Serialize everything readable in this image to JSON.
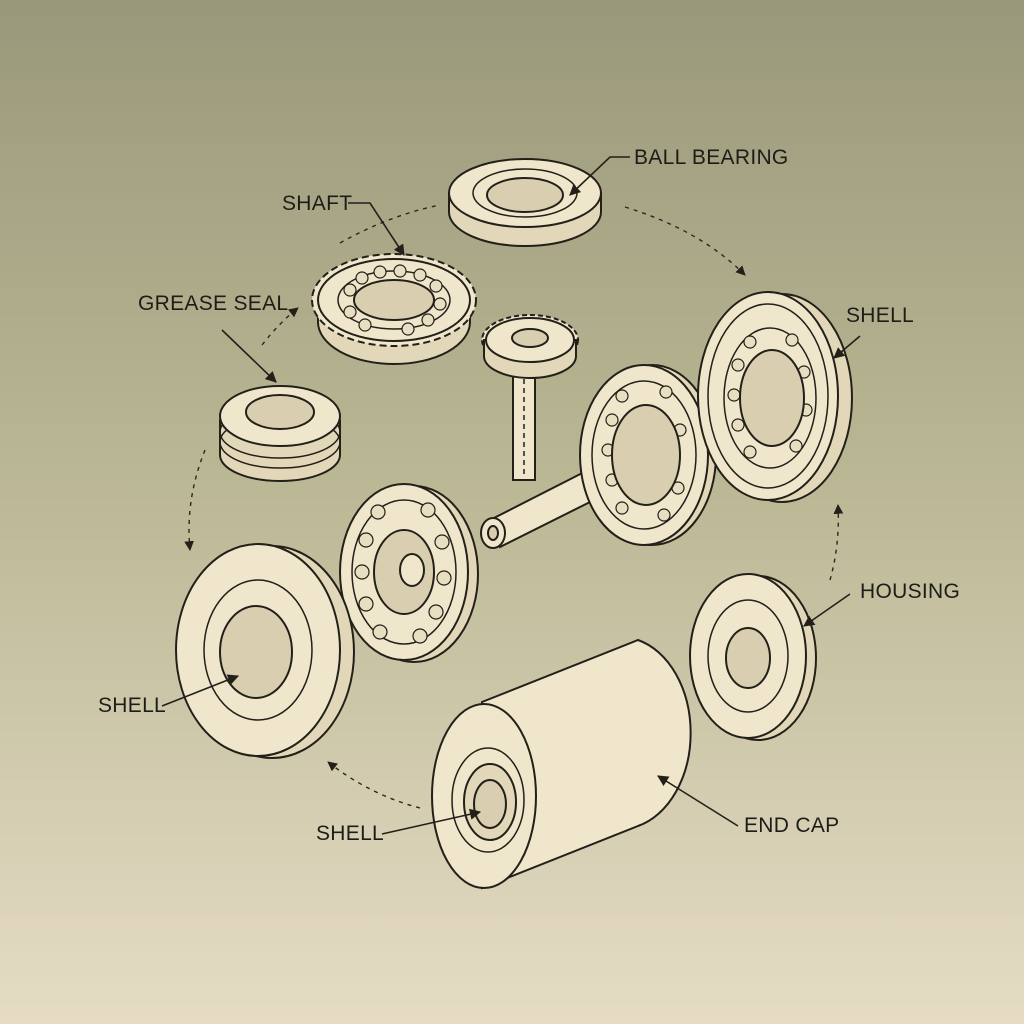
{
  "labels": {
    "ball_bearing": "BALL BEARING",
    "shaft": "SHAFT",
    "grease_seal": "GREASE SEAL",
    "shell_right": "SHELL",
    "housing": "HOUSING",
    "shell_left": "SHELL",
    "shell_bottom": "SHELL",
    "end_cap": "END CAP"
  }
}
